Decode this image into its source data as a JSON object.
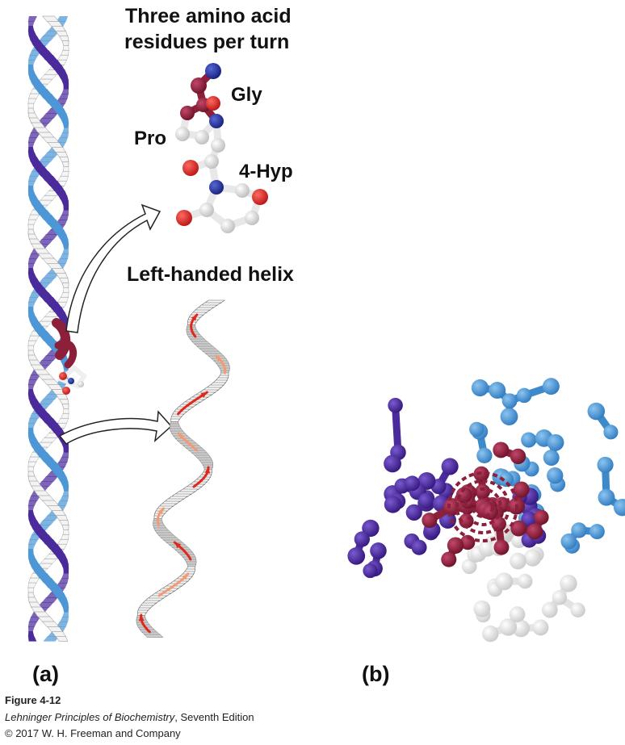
{
  "labels": {
    "title_line1": "Three amino acid",
    "title_line2": "residues per turn",
    "gly": "Gly",
    "pro": "Pro",
    "hyp": "4-Hyp",
    "left_handed": "Left-handed helix",
    "panel_a": "(a)",
    "panel_b": "(b)"
  },
  "caption": {
    "figure": "Figure 4-12",
    "book_title": "Lehninger Principles of Biochemistry",
    "edition": ", Seventh Edition",
    "copyright": "© 2017 W. H. Freeman and Company"
  },
  "colors": {
    "strand_white": "#f3f3f3",
    "strand_light_blue": "#4d97d6",
    "strand_dark_purple": "#4b2a9c",
    "residue_maroon": "#8c1f3a",
    "atom_oxygen": "#d9262b",
    "atom_nitrogen": "#1f2f9e",
    "arrow_red": "#e0281e",
    "arrow_salmon": "#f39a74"
  },
  "icons": [
    "curved-arrow-icon"
  ]
}
